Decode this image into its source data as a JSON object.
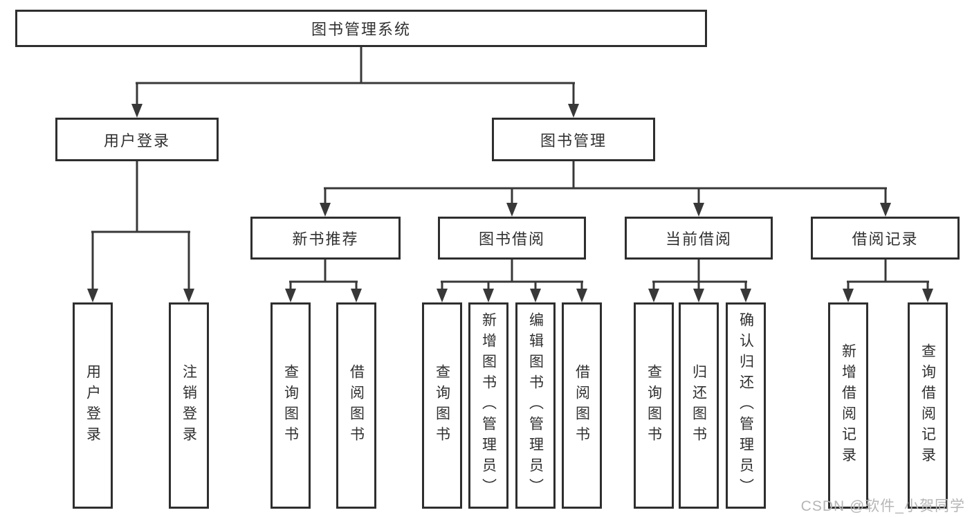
{
  "diagram": {
    "root": {
      "label": "图书管理系统"
    },
    "branches": [
      {
        "label": "用户登录",
        "children": [
          {
            "label": "用户登录"
          },
          {
            "label": "注销登录"
          }
        ]
      },
      {
        "label": "图书管理",
        "children": [
          {
            "label": "新书推荐",
            "children": [
              {
                "label": "查询图书"
              },
              {
                "label": "借阅图书"
              }
            ]
          },
          {
            "label": "图书借阅",
            "children": [
              {
                "label": "查询图书"
              },
              {
                "label": "新增图书（管理员）"
              },
              {
                "label": "编辑图书（管理员）"
              },
              {
                "label": "借阅图书"
              }
            ]
          },
          {
            "label": "当前借阅",
            "children": [
              {
                "label": "查询图书"
              },
              {
                "label": "归还图书"
              },
              {
                "label": "确认归还（管理员）"
              }
            ]
          },
          {
            "label": "借阅记录",
            "children": [
              {
                "label": "新增借阅记录"
              },
              {
                "label": "查询借阅记录"
              }
            ]
          }
        ]
      }
    ],
    "watermark": "CSDN @软件_小贺同学",
    "colors": {
      "line": "#383838",
      "border": "#2e2e2e",
      "text": "#303030",
      "watermark": "#b6b6b6"
    }
  }
}
